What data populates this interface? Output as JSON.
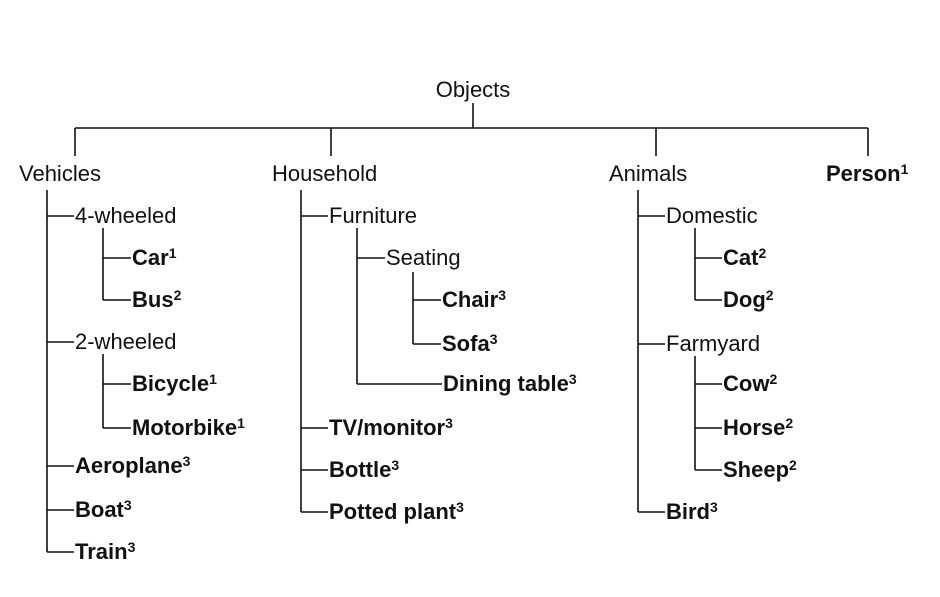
{
  "tree": {
    "root": "Objects",
    "vehicles": {
      "label": "Vehicles",
      "four_wheeled": {
        "label": "4-wheeled",
        "car": {
          "name": "Car",
          "sup": "1"
        },
        "bus": {
          "name": "Bus",
          "sup": "2"
        }
      },
      "two_wheeled": {
        "label": "2-wheeled",
        "bicycle": {
          "name": "Bicycle",
          "sup": "1"
        },
        "motorbike": {
          "name": "Motorbike",
          "sup": "1"
        }
      },
      "aeroplane": {
        "name": "Aeroplane",
        "sup": "3"
      },
      "boat": {
        "name": "Boat",
        "sup": "3"
      },
      "train": {
        "name": "Train",
        "sup": "3"
      }
    },
    "household": {
      "label": "Household",
      "furniture": {
        "label": "Furniture",
        "seating": {
          "label": "Seating",
          "chair": {
            "name": "Chair",
            "sup": "3"
          },
          "sofa": {
            "name": "Sofa",
            "sup": "3"
          }
        },
        "dining_table": {
          "name": "Dining table",
          "sup": "3"
        }
      },
      "tv_monitor": {
        "name": "TV/monitor",
        "sup": "3"
      },
      "bottle": {
        "name": "Bottle",
        "sup": "3"
      },
      "potted_plant": {
        "name": "Potted plant",
        "sup": "3"
      }
    },
    "animals": {
      "label": "Animals",
      "domestic": {
        "label": "Domestic",
        "cat": {
          "name": "Cat",
          "sup": "2"
        },
        "dog": {
          "name": "Dog",
          "sup": "2"
        }
      },
      "farmyard": {
        "label": "Farmyard",
        "cow": {
          "name": "Cow",
          "sup": "2"
        },
        "horse": {
          "name": "Horse",
          "sup": "2"
        },
        "sheep": {
          "name": "Sheep",
          "sup": "2"
        }
      },
      "bird": {
        "name": "Bird",
        "sup": "3"
      }
    },
    "person": {
      "name": "Person",
      "sup": "1"
    }
  }
}
